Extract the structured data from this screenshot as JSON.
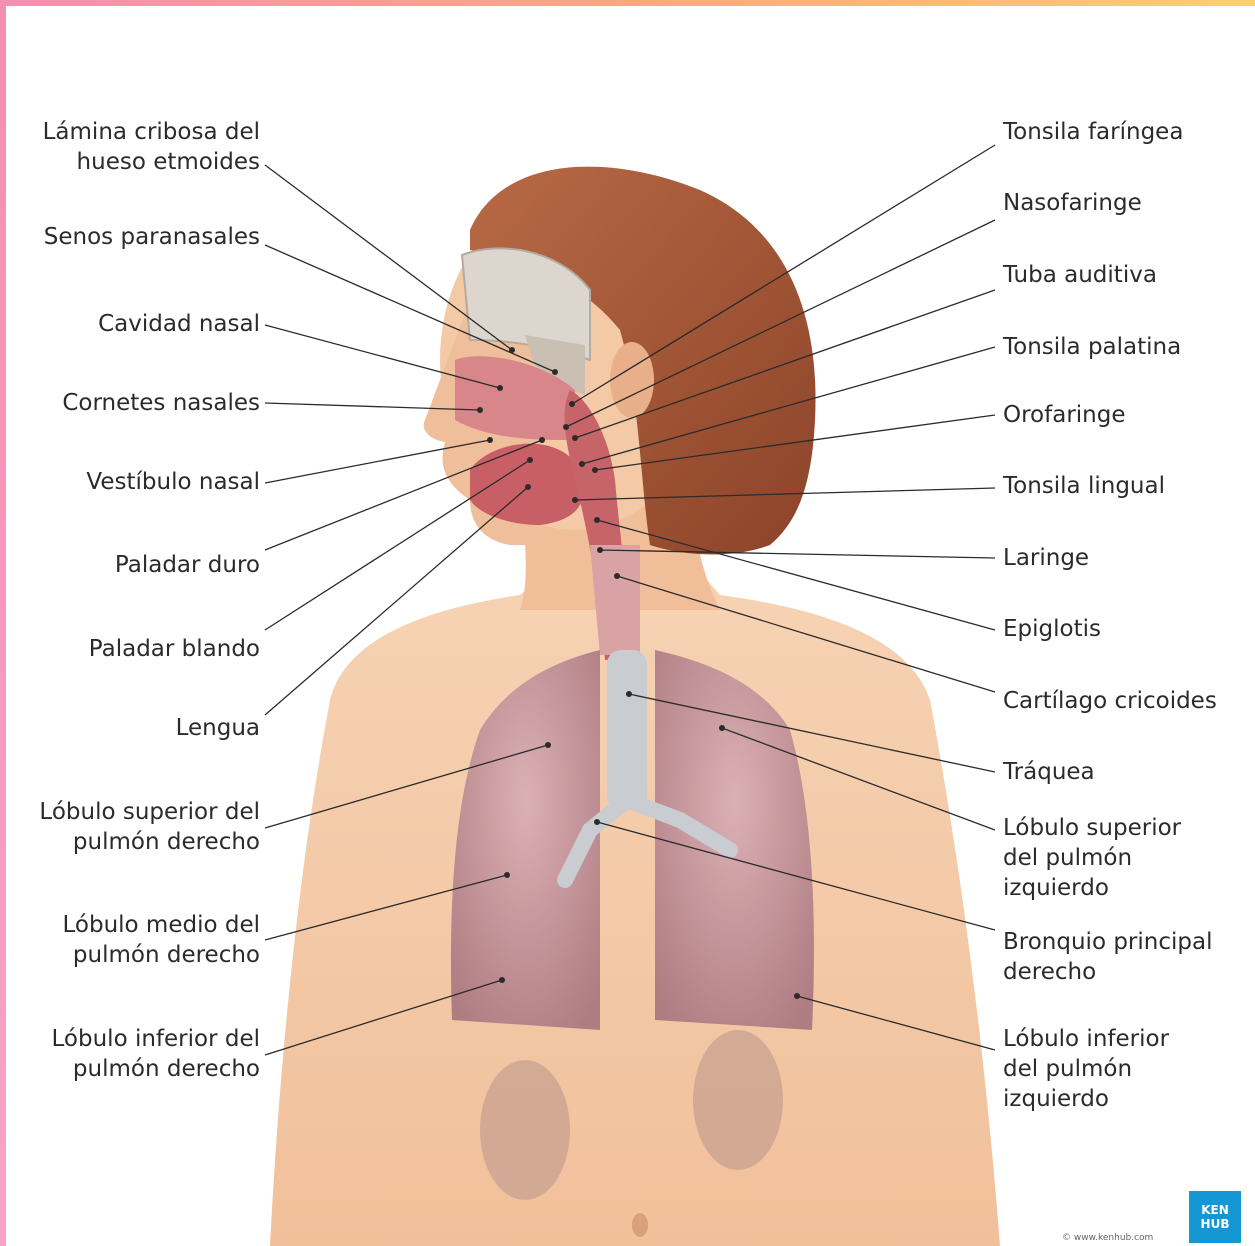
{
  "labels_left": [
    {
      "id": "lamina-cribosa",
      "lines": [
        "Lámina cribosa del",
        "hueso etmoides"
      ]
    },
    {
      "id": "senos-paranasales",
      "lines": [
        "Senos paranasales"
      ]
    },
    {
      "id": "cavidad-nasal",
      "lines": [
        "Cavidad nasal"
      ]
    },
    {
      "id": "cornetes-nasales",
      "lines": [
        "Cornetes nasales"
      ]
    },
    {
      "id": "vestibulo-nasal",
      "lines": [
        "Vestíbulo nasal"
      ]
    },
    {
      "id": "paladar-duro",
      "lines": [
        "Paladar duro"
      ]
    },
    {
      "id": "paladar-blando",
      "lines": [
        "Paladar blando"
      ]
    },
    {
      "id": "lengua",
      "lines": [
        "Lengua"
      ]
    },
    {
      "id": "lobulo-superior-derecho",
      "lines": [
        "Lóbulo superior del",
        "pulmón derecho"
      ]
    },
    {
      "id": "lobulo-medio-derecho",
      "lines": [
        "Lóbulo medio del",
        "pulmón derecho"
      ]
    },
    {
      "id": "lobulo-inferior-derecho",
      "lines": [
        "Lóbulo inferior del",
        "pulmón derecho"
      ]
    }
  ],
  "labels_right": [
    {
      "id": "tonsila-faringea",
      "lines": [
        "Tonsila faríngea"
      ]
    },
    {
      "id": "nasofaringe",
      "lines": [
        "Nasofaringe"
      ]
    },
    {
      "id": "tuba-auditiva",
      "lines": [
        "Tuba auditiva"
      ]
    },
    {
      "id": "tonsila-palatina",
      "lines": [
        "Tonsila palatina"
      ]
    },
    {
      "id": "orofaringe",
      "lines": [
        "Orofaringe"
      ]
    },
    {
      "id": "tonsila-lingual",
      "lines": [
        "Tonsila lingual"
      ]
    },
    {
      "id": "laringe",
      "lines": [
        "Laringe"
      ]
    },
    {
      "id": "epiglotis",
      "lines": [
        "Epiglotis"
      ]
    },
    {
      "id": "cartilago-cricoides",
      "lines": [
        "Cartílago cricoides"
      ]
    },
    {
      "id": "traquea",
      "lines": [
        "Tráquea"
      ]
    },
    {
      "id": "lobulo-superior-izquierdo",
      "lines": [
        "Lóbulo superior",
        "del pulmón",
        "izquierdo"
      ]
    },
    {
      "id": "bronquio-principal",
      "lines": [
        "Bronquio principal",
        "derecho"
      ]
    },
    {
      "id": "lobulo-inferior-izquierdo",
      "lines": [
        "Lóbulo inferior",
        "del pulmón",
        "izquierdo"
      ]
    }
  ],
  "logo": {
    "line1": "KEN",
    "line2": "HUB"
  },
  "credit": "© www.kenhub.com",
  "watermark": "www.kenhub.com ©",
  "colors": {
    "skin": "#f3c9a6",
    "hair": "#a8583a",
    "lung": "#c9969f",
    "airway": "#c7646a",
    "frame_pink": "#f49ac1",
    "logo_blue": "#1597d6"
  }
}
